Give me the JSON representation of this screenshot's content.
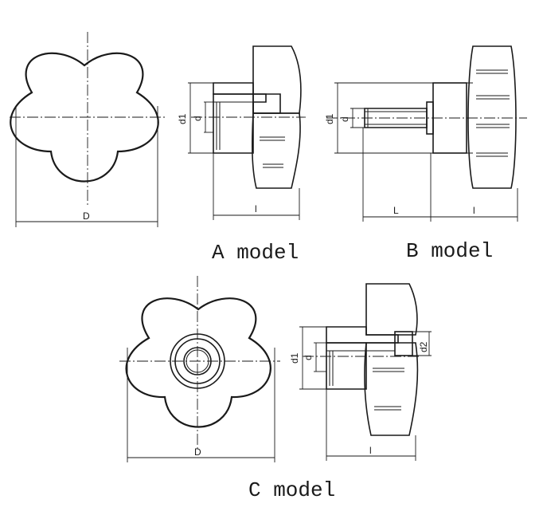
{
  "labels": {
    "a_model": "A model",
    "b_model": "B model",
    "c_model": "C model"
  },
  "dimensions": {
    "D": "D",
    "d1": "d1",
    "d": "d",
    "d2": "d2",
    "l": "l",
    "L": "L"
  }
}
